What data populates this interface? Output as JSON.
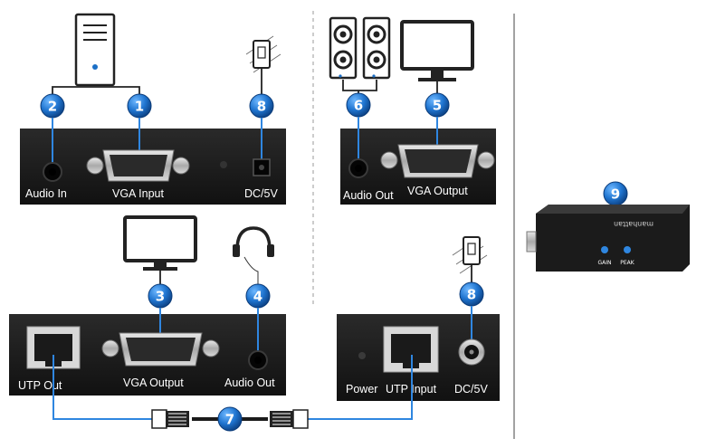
{
  "title": "",
  "accent": "#1b6fc6",
  "panel_color": "#1c1c1c",
  "transmitter": {
    "callouts": [
      "1",
      "2",
      "8"
    ],
    "ports": {
      "audio_in": "Audio In",
      "vga_input": "VGA Input",
      "dc": "DC/5V",
      "utp_out": "UTP Out",
      "vga_output": "VGA Output",
      "audio_out": "Audio Out"
    },
    "lower_callouts": [
      "3",
      "4"
    ]
  },
  "receiver": {
    "callouts": [
      "6",
      "5",
      "8"
    ],
    "ports": {
      "audio_out": "Audio Out",
      "vga_output": "VGA Output",
      "power": "Power",
      "utp_input": "UTP Input",
      "dc": "DC/5V"
    }
  },
  "cable_callout": "7",
  "side_device": {
    "callout": "9",
    "gain": "GAIN",
    "peak": "PEAK",
    "logo": "manhattan"
  },
  "icons": [
    "computer-tower-icon",
    "power-adapter-icon",
    "speakers-icon",
    "monitor-icon",
    "headphones-icon",
    "rj45-plug-icon"
  ]
}
